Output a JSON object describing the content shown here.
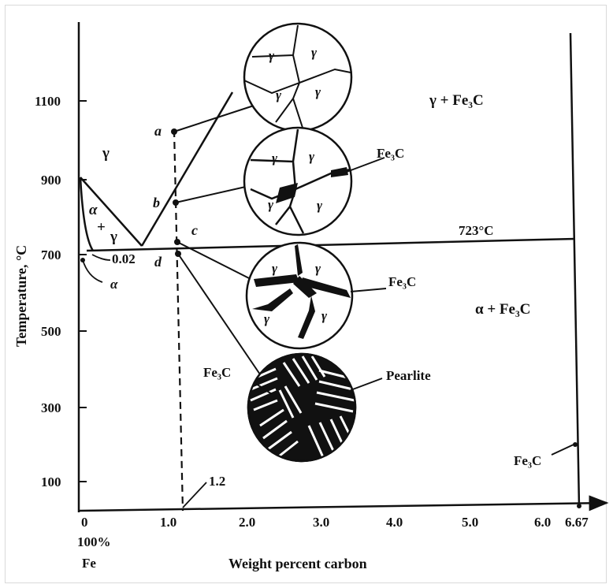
{
  "figure": {
    "y_axis_title": "Temperature, °C",
    "x_axis_title": "Weight percent carbon",
    "y_ticks": [
      "1100",
      "900",
      "700",
      "500",
      "300",
      "100"
    ],
    "x_ticks": [
      "0",
      "1.0",
      "2.0",
      "3.0",
      "4.0",
      "5.0",
      "6.0",
      "6.67"
    ],
    "origin_note": [
      "100%",
      "Fe"
    ]
  },
  "regions": {
    "gamma": "γ",
    "alpha_gamma": [
      "α",
      "+",
      "γ"
    ],
    "alpha": "α",
    "gamma_fe3c": "γ + Fe₃C",
    "alpha_fe3c": "α + Fe₃C"
  },
  "annotations": {
    "eutectoid_composition": "0.02",
    "composition_line": "1.2",
    "eutectoid_temp": "723°C",
    "fe3c_line": "Fe₃C",
    "fe3c_label": "Fe₃C",
    "pearlite_label": "Pearlite"
  },
  "points": [
    "a",
    "b",
    "c",
    "d"
  ],
  "grain_label": "γ"
}
